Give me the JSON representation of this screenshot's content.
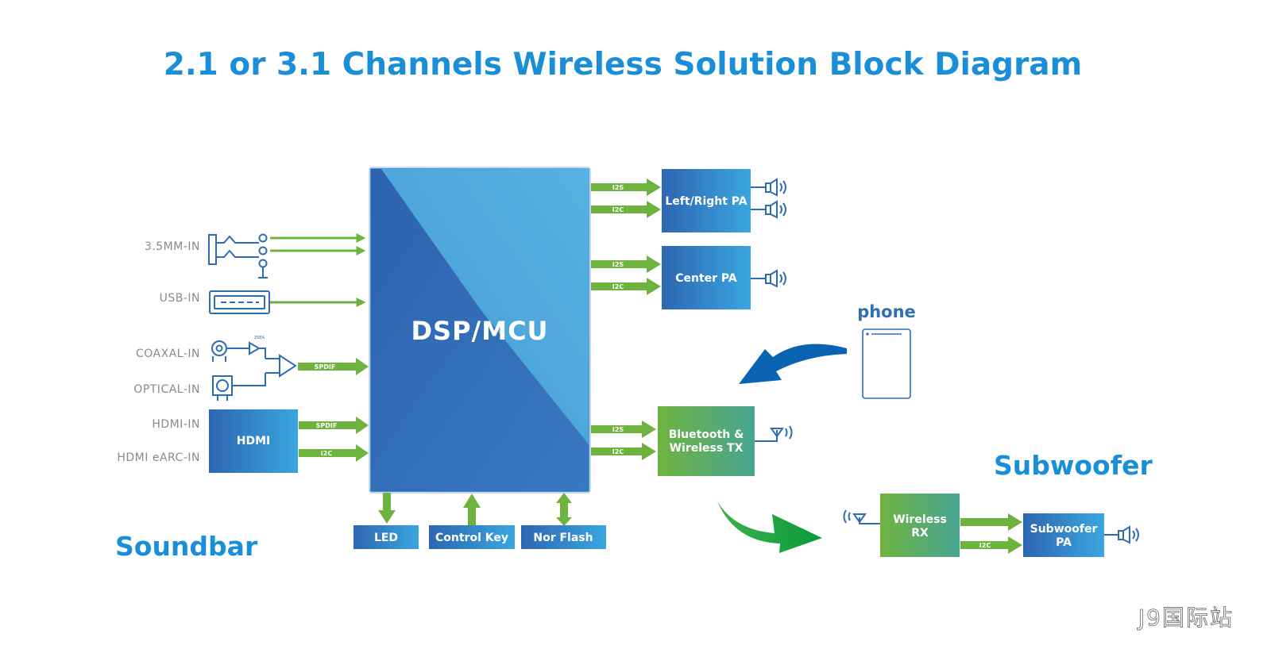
{
  "title": "2.1 or 3.1 Channels Wireless Solution Block Diagram",
  "sections": {
    "soundbar": "Soundbar",
    "subwoofer": "Subwoofer"
  },
  "inputs": {
    "jack": "3.5MM-IN",
    "usb": "USB-IN",
    "coax": "COAXAL-IN",
    "optical": "OPTICAL-IN",
    "hdmi_in": "HDMI-IN",
    "hdmi_earc": "HDMI eARC-IN"
  },
  "blocks": {
    "dsp": "DSP/MCU",
    "hdmi": "HDMI",
    "lr_pa": "Left/Right PA",
    "center_pa": "Center PA",
    "bt_line1": "Bluetooth &",
    "bt_line2": "Wireless TX",
    "wrx_line1": "Wireless",
    "wrx_line2": "RX",
    "sub_line1": "Subwoofer",
    "sub_line2": "PA",
    "led": "LED",
    "control_key": "Control Key",
    "nor_flash": "Nor Flash"
  },
  "buses": {
    "i2s": "I2S",
    "i2c": "I2C",
    "spdif": "SPDIF"
  },
  "coax_amp": "2SEA",
  "phone": "phone",
  "watermark": "J9国际站",
  "colors": {
    "title_blue": "#1a8fd8",
    "arrow_green": "#6fb33f",
    "box_blue_dark": "#2d6db5",
    "box_blue_light": "#3aa3de",
    "box_green": "#6fb33f",
    "box_teal": "#4aa89a",
    "line_blue": "#2d6db5"
  }
}
